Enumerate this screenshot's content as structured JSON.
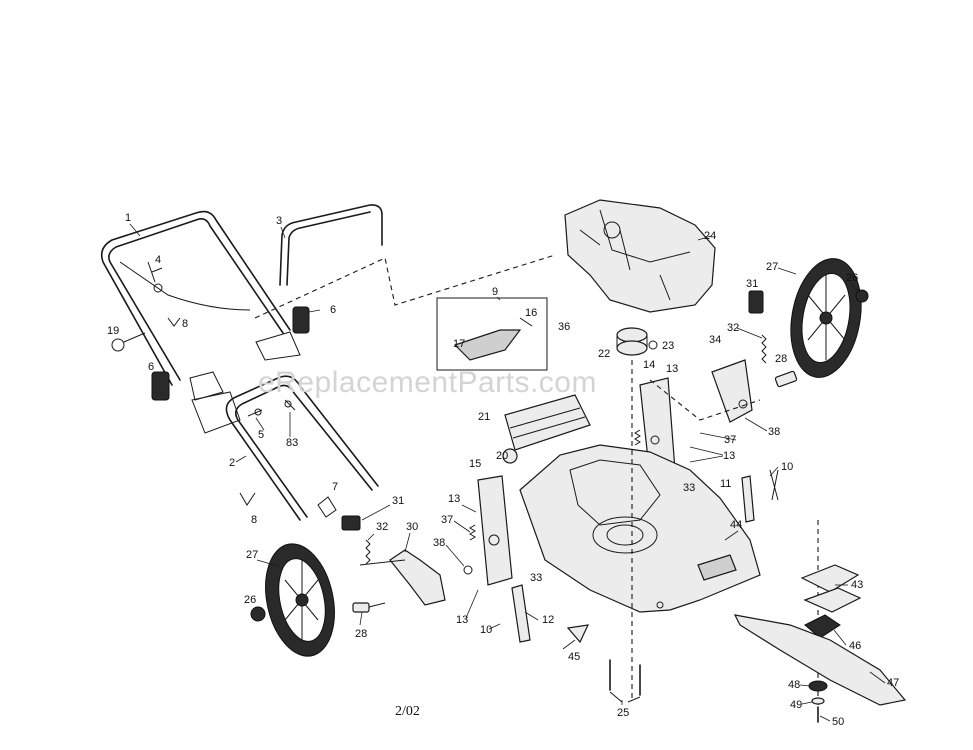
{
  "diagram": {
    "watermark": "eReplacementParts.com",
    "date_code": "2/02",
    "callouts": {
      "handle_upper": "1",
      "handle_lower": "2",
      "bail": "3",
      "cable_clip": "4",
      "bolt": "5",
      "knob_left": "6",
      "knob_right": "6",
      "bracket_mid": "7",
      "clip_left": "8",
      "clip_upper": "8",
      "control_bracket": "9",
      "spring_right": "10",
      "spring_bottom": "10",
      "bracket_right": "11",
      "rod_left": "12",
      "nut_left_a": "13",
      "nut_left_b": "13",
      "nut_right_a": "13",
      "nut_right_b": "13",
      "plate_right": "14",
      "plate_left": "15",
      "screw_bracket": "16",
      "bracket_spring": "17",
      "eyebolt": "19",
      "rear_roller": "20",
      "fastener_rear": "21",
      "pulley": "22",
      "pulley_nut": "23",
      "engine": "24",
      "bolts_bottom": "25",
      "hubcap_left": "26",
      "hubcap_right": "26",
      "wheel_left": "27",
      "wheel_right": "27",
      "axle_bolt_left": "28",
      "axle_bolt_right": "28",
      "adjuster_arm": "30",
      "adjuster_knob_left": "31",
      "adjuster_knob_right": "31",
      "spring_left": "32",
      "spring_right_top": "32",
      "washer_left": "33",
      "washer_right": "33",
      "bracket_right_arm": "34",
      "screw_top": "36",
      "washer_37_left": "37",
      "washer_37_right": "37",
      "washer_38_left": "38",
      "washer_38_right": "38",
      "blade_adapter_label": "43",
      "deck": "44",
      "plug": "45",
      "adapter": "46",
      "blade": "47",
      "washer_48": "48",
      "washer_49": "49",
      "bolt_50": "50",
      "bolt_83": "83",
      "label_11": "11"
    }
  }
}
